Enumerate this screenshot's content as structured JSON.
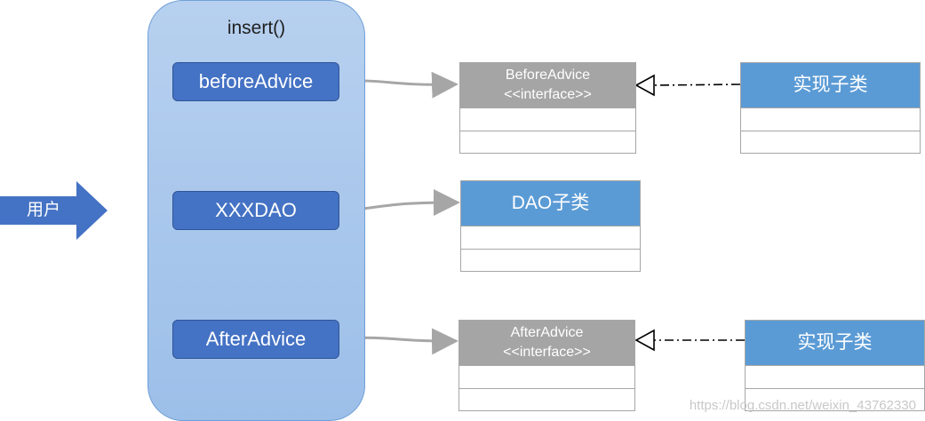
{
  "user": {
    "label": "用户"
  },
  "method": {
    "title": "insert()"
  },
  "steps": [
    {
      "label": "beforeAdvice"
    },
    {
      "label": "XXXDAO"
    },
    {
      "label": "AfterAdvice"
    }
  ],
  "interfaces": [
    {
      "name": "BeforeAdvice",
      "stereotype": "<<interface>>"
    },
    {
      "name": "AfterAdvice",
      "stereotype": "<<interface>>"
    }
  ],
  "dao_class": {
    "name": "DAO子类"
  },
  "impl_classes": [
    {
      "name": "实现子类"
    },
    {
      "name": "实现子类"
    }
  ],
  "watermark": "https://blog.csdn.net/weixin_43762330",
  "colors": {
    "step_fill": "#4472c4",
    "interface_fill": "#a5a5a5",
    "class_fill": "#5b9bd5",
    "pill_fill": "#9cbfe9"
  }
}
